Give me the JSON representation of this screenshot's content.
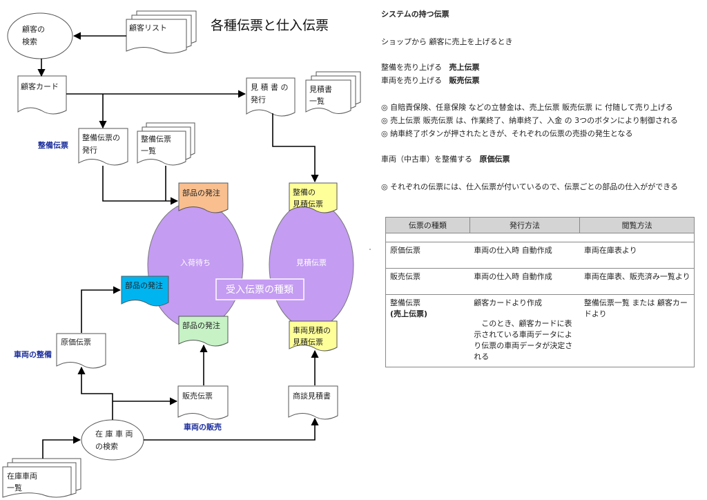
{
  "title": "各種伝票と仕入伝票",
  "nodes": {
    "customer_search": [
      "顧客の",
      "検索"
    ],
    "customer_list": "顧客リスト",
    "customer_card": "顧客カード",
    "estimate_issue": [
      "見 積 書 の",
      "発行"
    ],
    "estimate_list": [
      "見積書",
      "一覧"
    ],
    "maint_issue": [
      "整備伝票の",
      "発行"
    ],
    "maint_list": [
      "整備伝票",
      "一覧"
    ],
    "parts_order_top": "部品の発注",
    "maint_estimate": [
      "整備の",
      "見積伝票"
    ],
    "waiting_oval": "入荷待ち",
    "estimate_oval": "見積伝票",
    "receipt_types": "受入伝票の種類",
    "parts_order_left": "部品の発注",
    "parts_order_bottom": "部品の発注",
    "vehicle_estimate": [
      "車両見積の",
      "見積伝票"
    ],
    "cost_slip": "原価伝票",
    "sales_slip": "販売伝票",
    "negotiation_estimate": "商談見積書",
    "stock_search": [
      "在 庫 車 両",
      "の検索"
    ],
    "stock_list": [
      "在庫車両",
      "一覧"
    ]
  },
  "labels": {
    "maint_slip": "整備伝票",
    "vehicle_maint": "車両の整備",
    "vehicle_sales": "車両の販売"
  },
  "right": {
    "heading": "システムの持つ伝票",
    "line1": "ショップから 顧客に売上を上げるとき",
    "line2a": "整備を売り上げる",
    "line2b": "売上伝票",
    "line3a": "車両を売り上げる",
    "line3b": "販売伝票",
    "bullet1": "◎ 自賠責保険、任意保険 などの立替金は、売上伝票 販売伝票 に 付随して売り上げる",
    "bullet2": "◎ 売上伝票 販売伝票 は、作業終了、納車終了、入金 の 3つのボタンにより制御される",
    "bullet3": "◎ 納車終了ボタンが押されたときが、それぞれの伝票の売掛の発生となる",
    "line4a": "車両（中古車）を整備する",
    "line4b": "原価伝票",
    "bullet4": "◎ それぞれの伝票には、仕入伝票が付いているので、伝票ごとの部品の仕入がができる"
  },
  "table": {
    "headers": [
      "伝票の種類",
      "発行方法",
      "閲覧方法"
    ],
    "rows": [
      {
        "type": "原価伝票",
        "type2": "",
        "method": "車両の仕入時 自動作成",
        "method2": "",
        "view": "車両在庫表より"
      },
      {
        "type": "販売伝票",
        "type2": "",
        "method": "車両の仕入時 自動作成",
        "method2": "",
        "view": "車両在庫表、販売済み一覧より"
      },
      {
        "type": "整備伝票",
        "type2": "(売上伝票)",
        "method": "顧客カードより作成",
        "method2": "このとき、顧客カードに表示されている車両データにより伝票の車両データが決定される",
        "view": "整備伝票一覧 または 顧客カードより"
      }
    ]
  },
  "colors": {
    "oval": "#c49cf2",
    "orange": "#f9bf8f",
    "yellow": "#ffff99",
    "cyan": "#00b4f0",
    "green": "#c6f2c6",
    "label_blue": "#1a2c9c",
    "table_header": "#d4d4d4"
  }
}
